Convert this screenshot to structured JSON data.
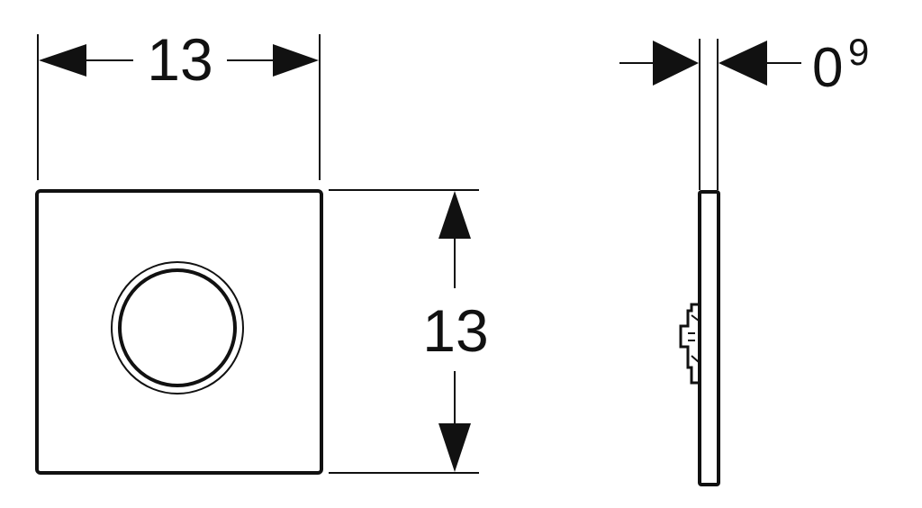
{
  "front_view": {
    "width_label": "13",
    "height_label": "13"
  },
  "side_view": {
    "thickness_main": "0",
    "thickness_sup": "9"
  },
  "colors": {
    "line": "#111111",
    "background": "#ffffff"
  }
}
